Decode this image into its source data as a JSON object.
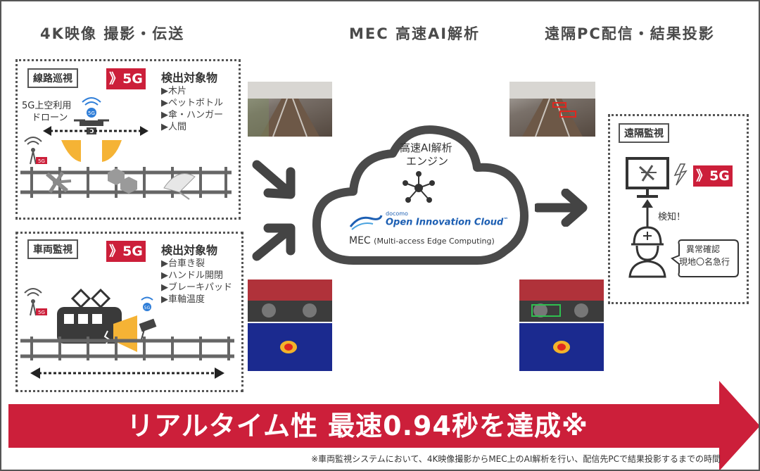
{
  "headers": {
    "left": "4K映像 撮影・伝送",
    "center": "MEC 高速AI解析",
    "right": "遠隔PC配信・結果投影"
  },
  "track_panel": {
    "tag": "線路巡視",
    "badge": "》5G",
    "detect_title": "検出対象物",
    "items": [
      "▶木片",
      "▶ペットボトル",
      "▶傘・ハンガー",
      "▶人間"
    ],
    "drone_label_line1": "5G上空利用",
    "drone_label_line2": "ドローン",
    "antenna_badge": "5G",
    "drone_badge": "5G"
  },
  "vehicle_panel": {
    "tag": "車両監視",
    "badge": "》5G",
    "detect_title": "検出対象物",
    "items": [
      "▶台車き裂",
      "▶ハンドル開閉",
      "▶ブレーキパッド",
      "▶車軸温度"
    ],
    "antenna_badge": "5G",
    "sensor_badge": "5G"
  },
  "cloud": {
    "title_line1": "高速AI解析",
    "title_line2": "エンジン",
    "brand_small": "docomo",
    "brand_name": "Open Innovation Cloud",
    "brand_tm": "™",
    "mec_label": "MEC",
    "mec_detail": "(Multi-access Edge Computing)"
  },
  "remote_panel": {
    "tag": "遠隔監視",
    "badge": "》5G",
    "detect_label": "検知！",
    "bubble_line1": "異常確認",
    "bubble_line2": "現地〇名急行"
  },
  "banner": {
    "text": "リアルタイム性 最速0.94秒を達成※"
  },
  "footnote": "※車両監視システムにおいて、4K映像撮影からMEC上のAI解析を行い、配信先PCで結果投影するまでの時間",
  "colors": {
    "accent_red": "#cc1f3a",
    "dark": "#4a4a4a",
    "drone_yellow": "#f5b335",
    "brand_blue": "#1d5fb3"
  }
}
